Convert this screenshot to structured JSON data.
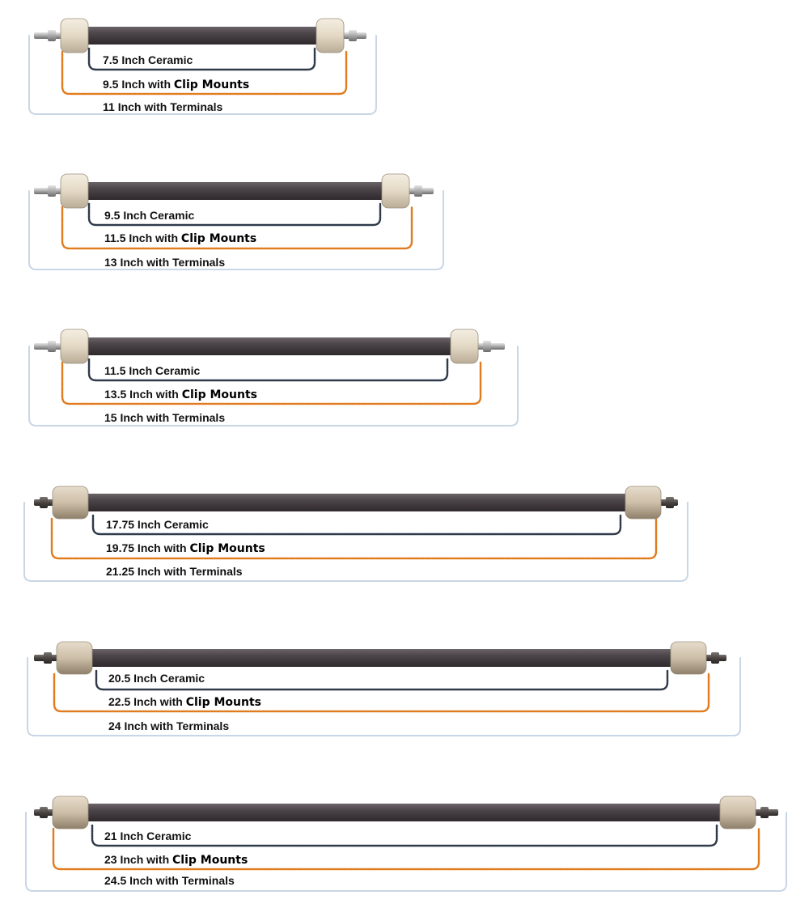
{
  "colors": {
    "ceramic_bracket": "#2f3a4a",
    "clip_bracket": "#e07b1e",
    "terminal_bracket": "#c9d6e6",
    "rod": "#4a4346",
    "ceramic_cap": "#e6dccb"
  },
  "elements": [
    {
      "ceramic_label": "7.5 Inch Ceramic",
      "clip_prefix": "9.5 Inch with ",
      "clip_suffix": "Clip Mounts",
      "terminal_label": "11 Inch with Terminals",
      "ceramic_in": 7.5,
      "clip_in": 9.5,
      "terminal_in": 11
    },
    {
      "ceramic_label": "9.5 Inch Ceramic",
      "clip_prefix": "11.5 Inch with ",
      "clip_suffix": "Clip Mounts",
      "terminal_label": "13 Inch with Terminals",
      "ceramic_in": 9.5,
      "clip_in": 11.5,
      "terminal_in": 13
    },
    {
      "ceramic_label": "11.5 Inch Ceramic",
      "clip_prefix": "13.5 Inch with ",
      "clip_suffix": "Clip Mounts",
      "terminal_label": "15 Inch with Terminals",
      "ceramic_in": 11.5,
      "clip_in": 13.5,
      "terminal_in": 15
    },
    {
      "ceramic_label": "17.75 Inch Ceramic",
      "clip_prefix": "19.75 Inch with ",
      "clip_suffix": "Clip Mounts",
      "terminal_label": "21.25 Inch with Terminals",
      "ceramic_in": 17.75,
      "clip_in": 19.75,
      "terminal_in": 21.25
    },
    {
      "ceramic_label": "20.5 Inch Ceramic",
      "clip_prefix": "22.5 Inch with ",
      "clip_suffix": "Clip Mounts",
      "terminal_label": "24 Inch with Terminals",
      "ceramic_in": 20.5,
      "clip_in": 22.5,
      "terminal_in": 24
    },
    {
      "ceramic_label": "21 Inch Ceramic",
      "clip_prefix": "23 Inch with ",
      "clip_suffix": "Clip Mounts",
      "terminal_label": "24.5 Inch with Terminals",
      "ceramic_in": 21,
      "clip_in": 23,
      "terminal_in": 24.5
    }
  ]
}
